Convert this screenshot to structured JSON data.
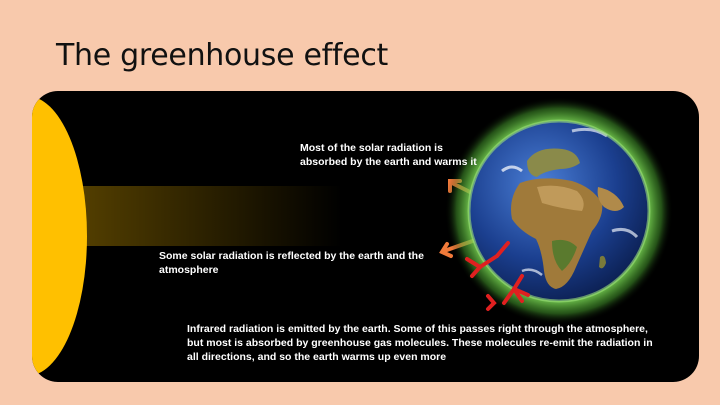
{
  "slide": {
    "title": "The greenhouse effect"
  },
  "diagram": {
    "captions": {
      "absorbed": "Most of the solar radiation is absorbed by the earth and warms it",
      "reflected": "Some solar radiation is reflected by the earth and the atmosphere",
      "infrared": "Infrared radiation is emitted by the earth. Some of this passes right through the atmosphere, but most is absorbed by greenhouse gas molecules. These molecules re-emit the radiation in all directions, and so the earth warms up even more"
    },
    "colors": {
      "background": "#f8c9ac",
      "panel": "#000000",
      "sun": "#ffc000",
      "solar_rays": "#f5c400",
      "reflected_rays": "#f07a3a",
      "infrared_rays": "#e02020",
      "atmosphere_glow": "#7ed957",
      "ocean": "#1b3f8f",
      "land": "#9a7a3e"
    },
    "icons": [
      "sun-icon",
      "earth-globe-icon"
    ]
  }
}
